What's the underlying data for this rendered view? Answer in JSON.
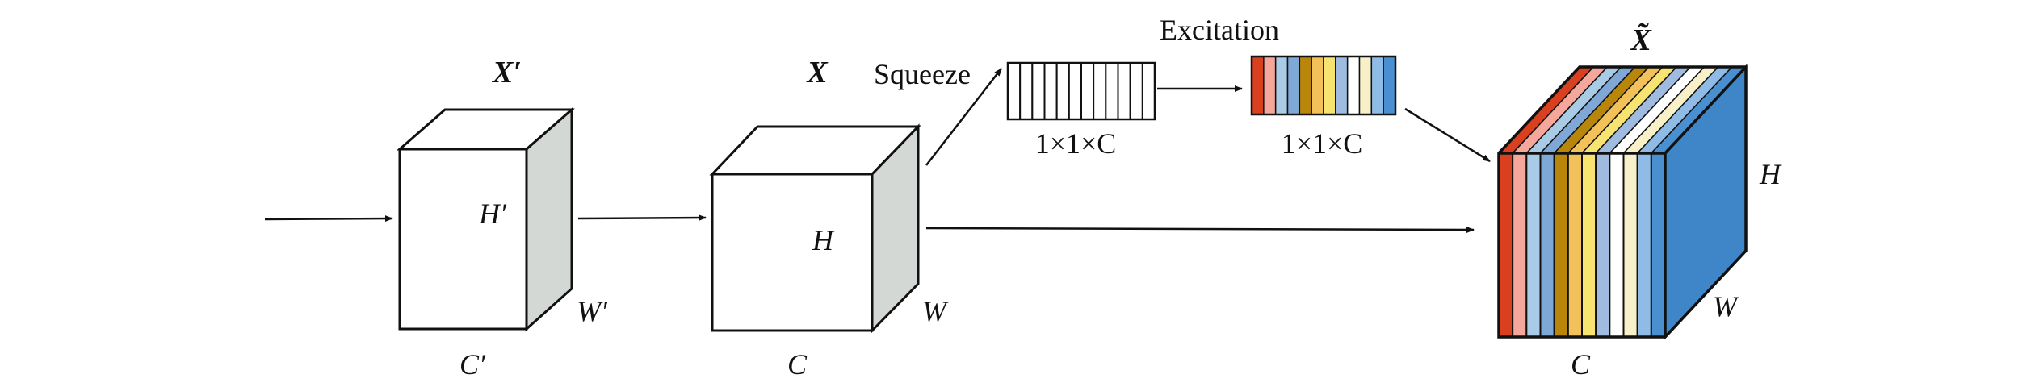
{
  "diagram": {
    "input_tensor": {
      "label": "X′",
      "height_label": "H′",
      "width_label": "W′",
      "channel_label": "C′"
    },
    "feature_tensor": {
      "label": "X",
      "height_label": "H",
      "width_label": "W",
      "channel_label": "C"
    },
    "squeeze": {
      "label": "Squeeze",
      "vector_label": "1×1×C"
    },
    "excitation": {
      "label": "Excitation",
      "vector_label": "1×1×C",
      "channel_colors": [
        "#d8401f",
        "#f4a79a",
        "#a9cbe6",
        "#7fa8d6",
        "#b8860b",
        "#f3c15a",
        "#f7e36f",
        "#9fbbe0",
        "#ffffff",
        "#f8f0c8",
        "#8fbce6",
        "#4a8fd0"
      ]
    },
    "output_tensor": {
      "label": "X̃",
      "height_label": "H",
      "width_label": "W",
      "channel_label": "C",
      "side_color": "#3f86c9",
      "channel_colors": [
        "#d8401f",
        "#f4a79a",
        "#a9cbe6",
        "#7fa8d6",
        "#b8860b",
        "#f3c15a",
        "#f7e36f",
        "#9fbbe0",
        "#ffffff",
        "#f8f0c8",
        "#8fbce6",
        "#4a8fd0"
      ]
    },
    "colors": {
      "line": "#111111",
      "box_side": "#d3d8d4",
      "box_face": "#ffffff"
    }
  }
}
